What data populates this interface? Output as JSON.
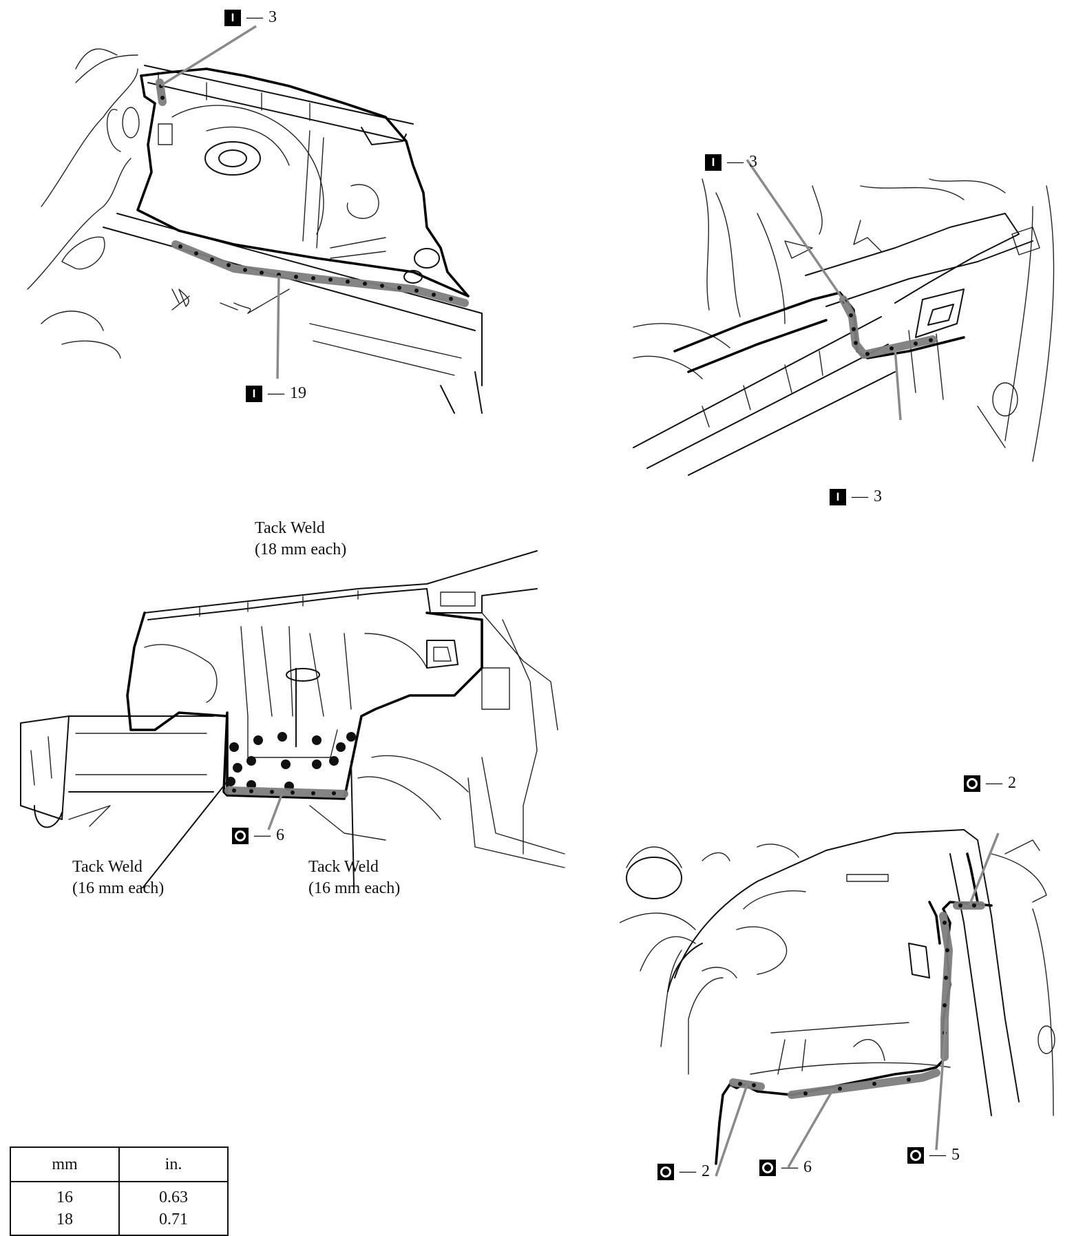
{
  "callouts": {
    "p1_top": {
      "symbol": "I",
      "dash": "—",
      "count": "3"
    },
    "p1_bottom": {
      "symbol": "I",
      "dash": "—",
      "count": "19"
    },
    "p2_top": {
      "symbol": "I",
      "dash": "—",
      "count": "3"
    },
    "p2_bottom": {
      "symbol": "I",
      "dash": "—",
      "count": "3"
    },
    "p3_bottom": {
      "symbol": "O",
      "dash": "—",
      "count": "6"
    },
    "p4_top": {
      "symbol": "O",
      "dash": "—",
      "count": "2"
    },
    "p4_bottom_left": {
      "symbol": "O",
      "dash": "—",
      "count": "2"
    },
    "p4_bottom_mid": {
      "symbol": "O",
      "dash": "—",
      "count": "6"
    },
    "p4_bottom_right": {
      "symbol": "O",
      "dash": "—",
      "count": "5"
    }
  },
  "notes": {
    "tack_top_line1": "Tack Weld",
    "tack_top_line2": "(18 mm each)",
    "tack_left_line1": "Tack Weld",
    "tack_left_line2": "(16 mm each)",
    "tack_right_line1": "Tack Weld",
    "tack_right_line2": "(16 mm each)"
  },
  "conversion_table": {
    "headers": [
      "mm",
      "in."
    ],
    "mm_values": [
      "16",
      "18"
    ],
    "in_values": [
      "0.63",
      "0.71"
    ]
  },
  "colors": {
    "line": "#111111",
    "weld_highlight": "#7d7d7d",
    "background": "#ffffff"
  }
}
